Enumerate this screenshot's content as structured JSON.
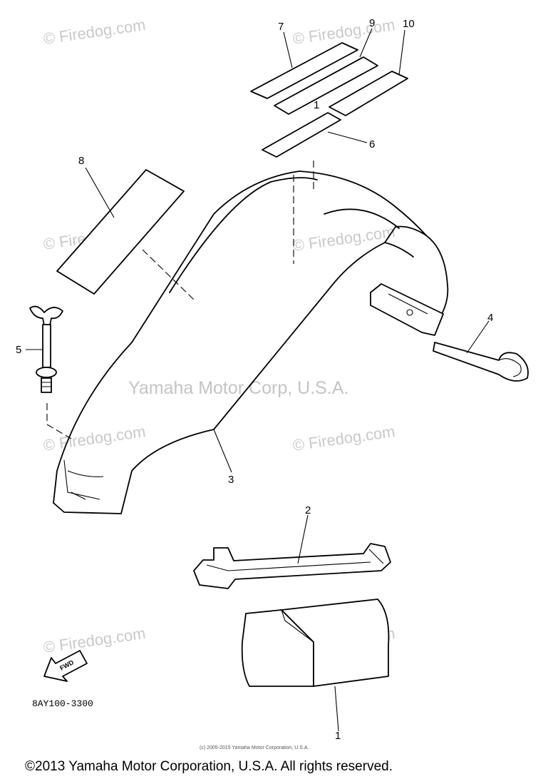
{
  "diagram_code": "8AY100-3300",
  "main_watermark": "Yamaha Motor Corp, U.S.A.",
  "watermark_text": "© Firedog.com",
  "direction_arrow_text": "FWD",
  "fine_print": "(c) 2005-2015 Yamaha Motor Corporation, U.S.A.",
  "copyright": "©2013 Yamaha Motor Corporation, U.S.A. All rights reserved.",
  "callouts": {
    "c1": "1",
    "c2": "2",
    "c3": "3",
    "c4": "4",
    "c5": "5",
    "c6": "6",
    "c7": "7",
    "c8": "8",
    "c9": "9",
    "c10": "10",
    "c1b": "1"
  }
}
